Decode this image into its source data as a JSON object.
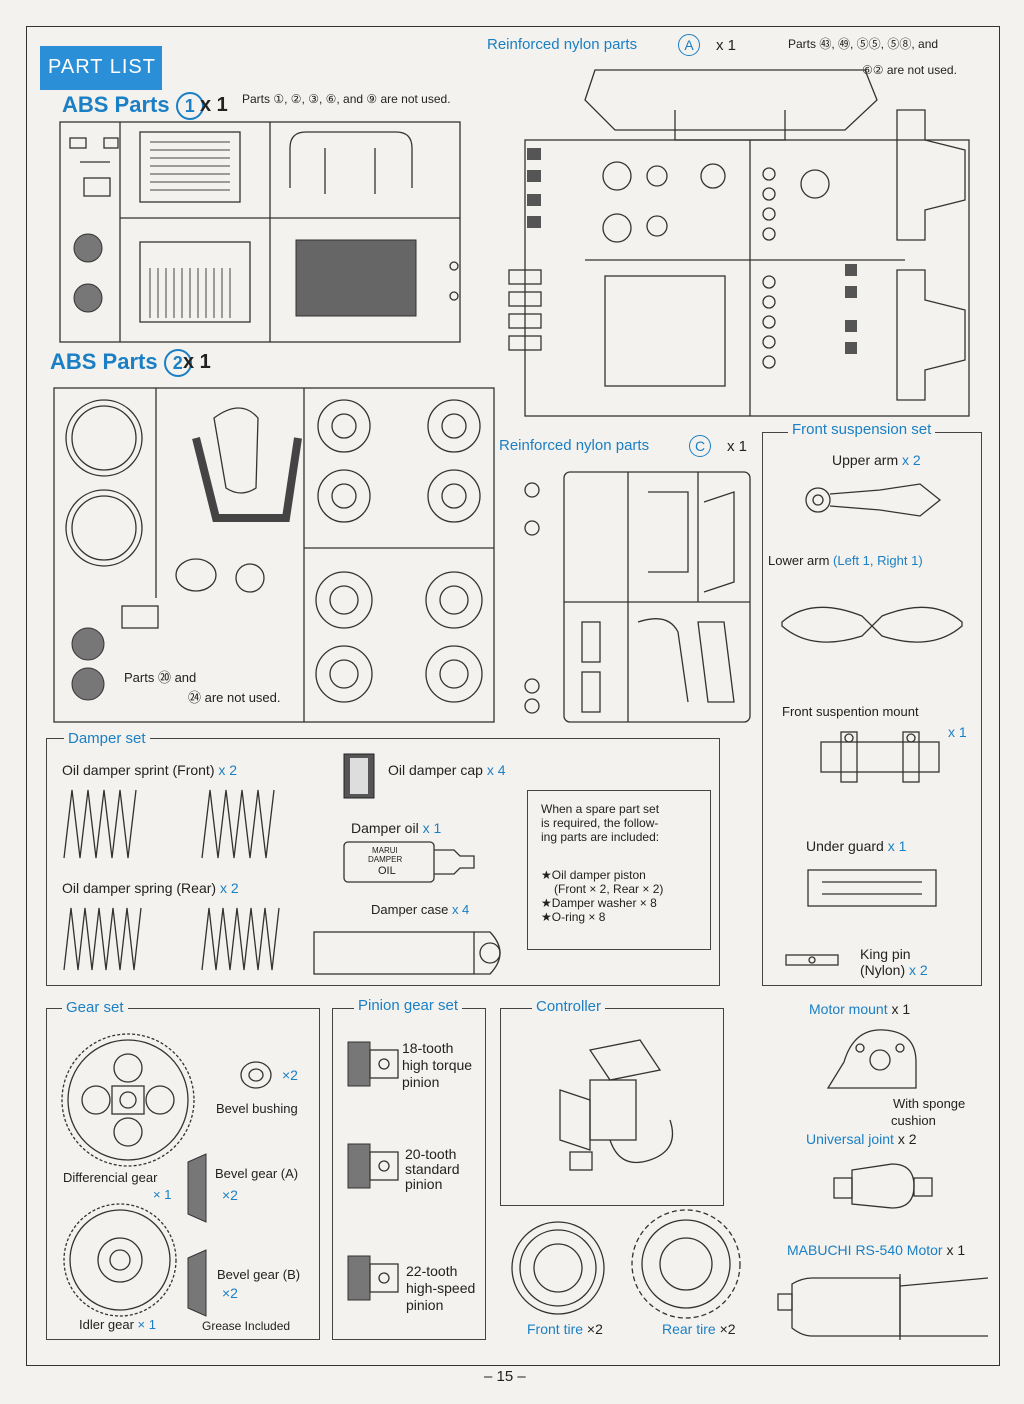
{
  "header": {
    "part_list": "PART LIST",
    "abs1_title": "ABS Parts",
    "abs1_num": "1",
    "abs1_qty": "x 1",
    "abs1_note": "Parts ①, ②, ③, ⑥, and ⑨ are not used.",
    "nylon_a_title": "Reinforced nylon parts",
    "nylon_a_letter": "A",
    "nylon_a_qty": "x 1",
    "nylon_a_note1": "Parts ㊸, ㊾, ⑤⑤, ⑤⑧, and",
    "nylon_a_note2": "⑥② are not used."
  },
  "abs2": {
    "title": "ABS Parts",
    "num": "2",
    "qty": "x 1",
    "note1": "Parts ⑳ and",
    "note2": "㉔ are not used."
  },
  "nylon_c": {
    "title": "Reinforced nylon parts",
    "letter": "C",
    "qty": "x 1"
  },
  "front_suspension": {
    "title": "Front suspension set",
    "upper_arm": "Upper arm",
    "upper_qty": "x 2",
    "lower_arm": "Lower arm",
    "lower_detail": "(Left 1, Right 1)",
    "mount": "Front suspention mount",
    "mount_qty": "x 1",
    "under_guard": "Under guard",
    "under_qty": "x 1",
    "king_pin": "King pin",
    "king_pin_detail": "(Nylon)",
    "king_qty": "x 2"
  },
  "damper": {
    "title": "Damper set",
    "front_spring": "Oil damper sprint (Front)",
    "front_qty": "x 2",
    "rear_spring": "Oil damper spring (Rear)",
    "rear_qty": "x 2",
    "cap": "Oil damper cap",
    "cap_qty": "x 4",
    "oil": "Damper oil",
    "oil_qty": "x 1",
    "bottle1": "MARUI",
    "bottle2": "DAMPER",
    "bottle3": "OIL",
    "case": "Damper case",
    "case_qty": "x 4",
    "spare1": "When a spare part set",
    "spare2": "is required, the follow-",
    "spare3": "ing parts are included:",
    "spare4": "★Oil damper piston",
    "spare5": "(Front × 2, Rear × 2)",
    "spare6": "★Damper washer × 8",
    "spare7": "★O-ring × 8"
  },
  "gear": {
    "title": "Gear set",
    "bushing_qty": "×2",
    "bushing": "Bevel bushing",
    "diff": "Differencial gear",
    "diff_qty": "× 1",
    "bevel_a": "Bevel gear (A)",
    "bevel_a_qty": "×2",
    "bevel_b": "Bevel gear (B)",
    "bevel_b_qty": "×2",
    "idler": "Idler gear",
    "idler_qty": "× 1",
    "grease": "Grease Included"
  },
  "pinion": {
    "title": "Pinion gear set",
    "p18a": "18-tooth",
    "p18b": "high torque",
    "p18c": "pinion",
    "p20a": "20-tooth",
    "p20b": "standard",
    "p20c": "pinion",
    "p22a": "22-tooth",
    "p22b": "high-speed",
    "p22c": "pinion"
  },
  "controller": {
    "title": "Controller",
    "front_tire": "Front tire",
    "front_qty": "×2",
    "rear_tire": "Rear tire",
    "rear_qty": "×2"
  },
  "misc": {
    "motor_mount": "Motor mount",
    "motor_mount_qty": "x 1",
    "sponge1": "With sponge",
    "sponge2": "cushion",
    "universal": "Universal joint",
    "universal_qty": "x 2",
    "motor": "MABUCHI RS-540 Motor",
    "motor_qty": "x 1"
  },
  "footer": {
    "page": "– 15 –"
  },
  "colors": {
    "accent": "#1a7fc4",
    "banner": "#2a8fd6",
    "ink": "#222222",
    "paper": "#f4f2ee"
  }
}
